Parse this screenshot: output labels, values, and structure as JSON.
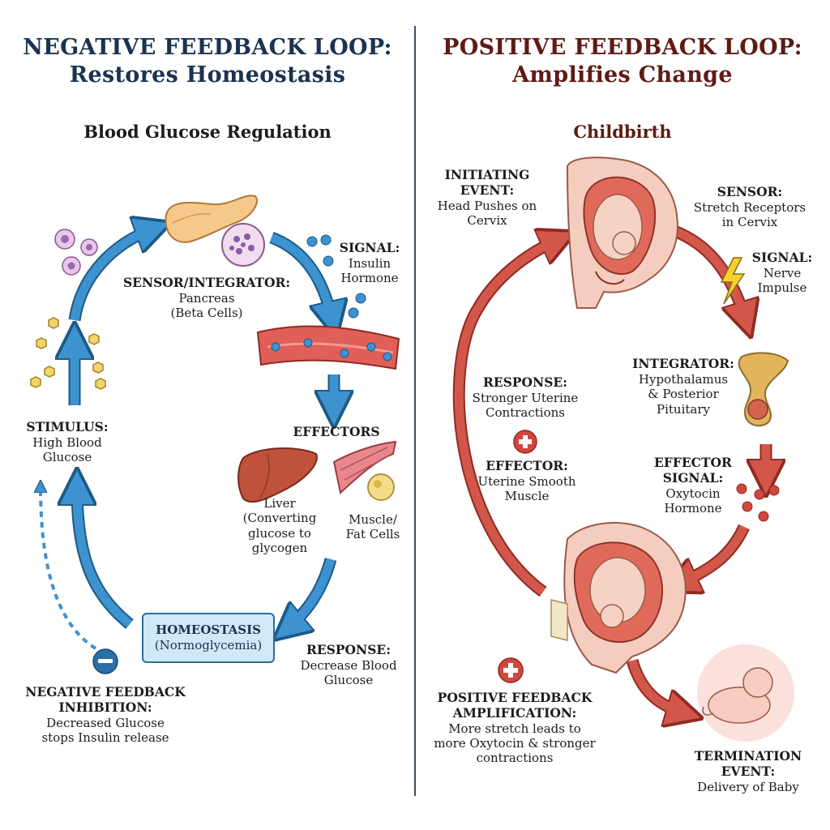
{
  "negative": {
    "title_line1": "NEGATIVE FEEDBACK LOOP:",
    "title_line2": "Restores Homeostasis",
    "subtitle": "Blood Glucose Regulation",
    "sensor": {
      "head": "SENSOR/INTEGRATOR:",
      "line1": "Pancreas",
      "line2": "(Beta Cells)"
    },
    "signal": {
      "head": "SIGNAL:",
      "line1": "Insulin",
      "line2": "Hormone"
    },
    "stimulus": {
      "head": "STIMULUS:",
      "line1": "High Blood",
      "line2": "Glucose"
    },
    "effectors": "EFFECTORS",
    "liver": {
      "line1": "Liver",
      "line2": "(Converting",
      "line3": "glucose to",
      "line4": "glycogen"
    },
    "muscle": {
      "line1": "Muscle/",
      "line2": "Fat Cells"
    },
    "homeostasis": {
      "line1": "HOMEOSTASIS",
      "line2": "(Normoglycemia)"
    },
    "response": {
      "head": "RESPONSE:",
      "line1": "Decrease Blood",
      "line2": "Glucose"
    },
    "inhibition": {
      "head1": "NEGATIVE FEEDBACK",
      "head2": "INHIBITION:",
      "line1": "Decreased Glucose",
      "line2": "stops Insulin release"
    }
  },
  "positive": {
    "title_line1": "POSITIVE FEEDBACK LOOP:",
    "title_line2": "Amplifies Change",
    "subtitle": "Childbirth",
    "initiating": {
      "head1": "INITIATING",
      "head2": "EVENT:",
      "line1": "Head Pushes on",
      "line2": "Cervix"
    },
    "sensor": {
      "head": "SENSOR:",
      "line1": "Stretch Receptors",
      "line2": "in Cervix"
    },
    "signal": {
      "head": "SIGNAL:",
      "line1": "Nerve",
      "line2": "Impulse"
    },
    "integrator": {
      "head": "INTEGRATOR:",
      "line1": "Hypothalamus",
      "line2": "& Posterior",
      "line3": "Pituitary"
    },
    "response": {
      "head": "RESPONSE:",
      "line1": "Stronger Uterine",
      "line2": "Contractions"
    },
    "effector": {
      "head": "EFFECTOR:",
      "line1": "Uterine Smooth",
      "line2": "Muscle"
    },
    "effector_signal": {
      "head1": "EFFECTOR",
      "head2": "SIGNAL:",
      "line1": "Oxytocin",
      "line2": "Hormone"
    },
    "amplification": {
      "head1": "POSITIVE FEEDBACK",
      "head2": "AMPLIFICATION:",
      "line1": "More stretch leads to",
      "line2": "more Oxytocin & stronger",
      "line3": "contractions"
    },
    "termination": {
      "head1": "TERMINATION",
      "head2": "EVENT:",
      "line1": "Delivery of Baby"
    }
  },
  "colors": {
    "negative_title": "#1a3350",
    "positive_title": "#5e1b14",
    "blue_arrow": "#3d93cf",
    "red_arrow": "#d2574a",
    "homeostasis_fill": "#cfe9f6"
  },
  "icons": [
    "pancreas-icon",
    "beta-cell-icon",
    "insulin-molecule-icon",
    "blood-vessel-icon",
    "liver-icon",
    "muscle-icon",
    "fat-cell-icon",
    "glucose-molecule-icon",
    "minus-icon",
    "plus-icon",
    "uterus-icon",
    "lightning-icon",
    "pituitary-icon",
    "oxytocin-icon",
    "baby-icon"
  ]
}
